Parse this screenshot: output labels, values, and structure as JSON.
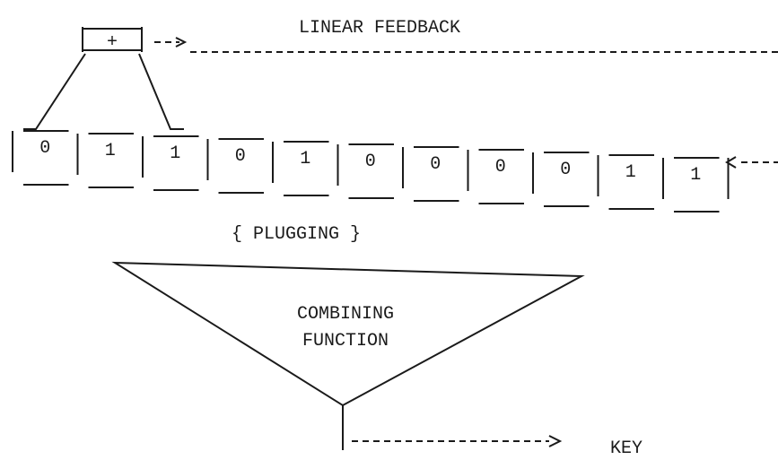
{
  "labels": {
    "linear_feedback": "LINEAR FEEDBACK",
    "plus": "+",
    "plugging": "{ PLUGGING }",
    "combining_line1": "COMBINING",
    "combining_line2": "FUNCTION",
    "key": "KEY"
  },
  "register": {
    "bits": [
      "0",
      "1",
      "1",
      "0",
      "1",
      "0",
      "0",
      "0",
      "0",
      "1",
      "1"
    ]
  }
}
